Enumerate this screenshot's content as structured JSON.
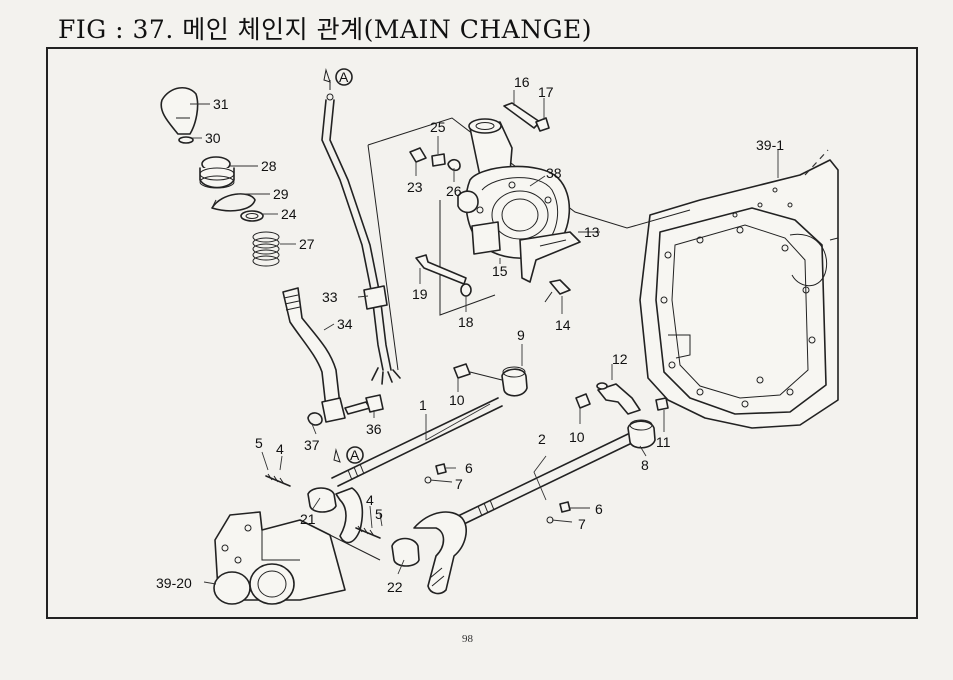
{
  "title": "FIG : 37. 메인 체인지 관계(MAIN CHANGE)",
  "page_number": "98",
  "ref_marker": "A",
  "callouts": {
    "c31": "31",
    "c30": "30",
    "c28": "28",
    "c29": "29",
    "c24": "24",
    "c27": "27",
    "c33": "33",
    "c34": "34",
    "c37": "37",
    "c36": "36",
    "c16": "16",
    "c17": "17",
    "c25": "25",
    "c23": "23",
    "c26": "26",
    "c38": "38",
    "c13": "13",
    "c15": "15",
    "c19": "19",
    "c18": "18",
    "c14": "14",
    "c39_1": "39-1",
    "c9": "9",
    "c10a": "10",
    "c1": "1",
    "c12": "12",
    "c10b": "10",
    "c11": "11",
    "c2": "2",
    "c8": "8",
    "c5a": "5",
    "c4a": "4",
    "c6a": "6",
    "c7a": "7",
    "c6b": "6",
    "c7b": "7",
    "c4b": "4",
    "c5b": "5",
    "c21": "21",
    "c22": "22",
    "c39_20": "39-20"
  }
}
